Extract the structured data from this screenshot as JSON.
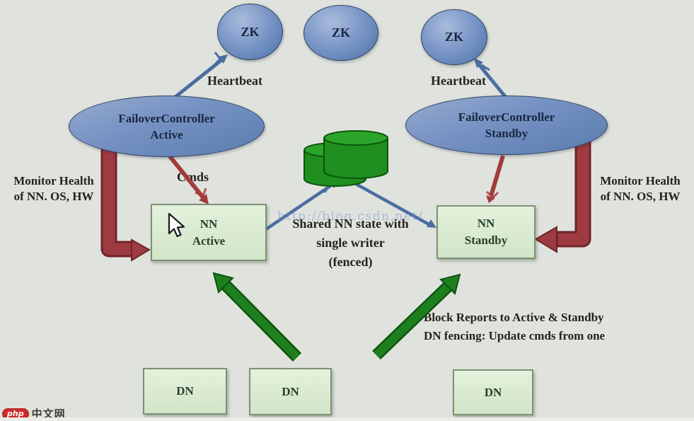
{
  "zookeeper": {
    "nodes": [
      {
        "label": "ZK"
      },
      {
        "label": "ZK"
      },
      {
        "label": "ZK"
      }
    ]
  },
  "controllers": {
    "active": {
      "title": "FailoverController",
      "subtitle": "Active"
    },
    "standby": {
      "title": "FailoverController",
      "subtitle": "Standby"
    }
  },
  "namenodes": {
    "active": {
      "title": "NN",
      "subtitle": "Active"
    },
    "standby": {
      "title": "NN",
      "subtitle": "Standby"
    }
  },
  "datanodes": [
    {
      "label": "DN"
    },
    {
      "label": "DN"
    },
    {
      "label": "DN"
    }
  ],
  "annotations": {
    "heartbeat_left": "Heartbeat",
    "heartbeat_right": "Heartbeat",
    "cmds": "Cmds",
    "monitor_health_left": {
      "line1": "Monitor Health",
      "line2": "of NN. OS, HW"
    },
    "monitor_health_right": {
      "line1": "Monitor Health",
      "line2": "of NN. OS, HW"
    },
    "shared_state": {
      "line1": "Shared NN state with",
      "line2": "single writer",
      "line3": "(fenced)"
    },
    "block_reports": {
      "line1": "Block Reports to Active & Standby",
      "line2": "DN fencing: Update cmds from one"
    }
  },
  "watermarks": {
    "csdn": "http://blog.csdn.net/",
    "site_badge": "php",
    "site_name": "中文网"
  },
  "colors": {
    "background": "#e0e3dd",
    "node_blue": "#6f8fc0",
    "box_green": "#ddeed6",
    "cylinder_green": "#1f8f1f",
    "arrow_red": "#a23c3c",
    "elbow_red": "#96333b",
    "arrow_green": "#1e7f1e",
    "arrow_blue": "#4b6da2"
  }
}
